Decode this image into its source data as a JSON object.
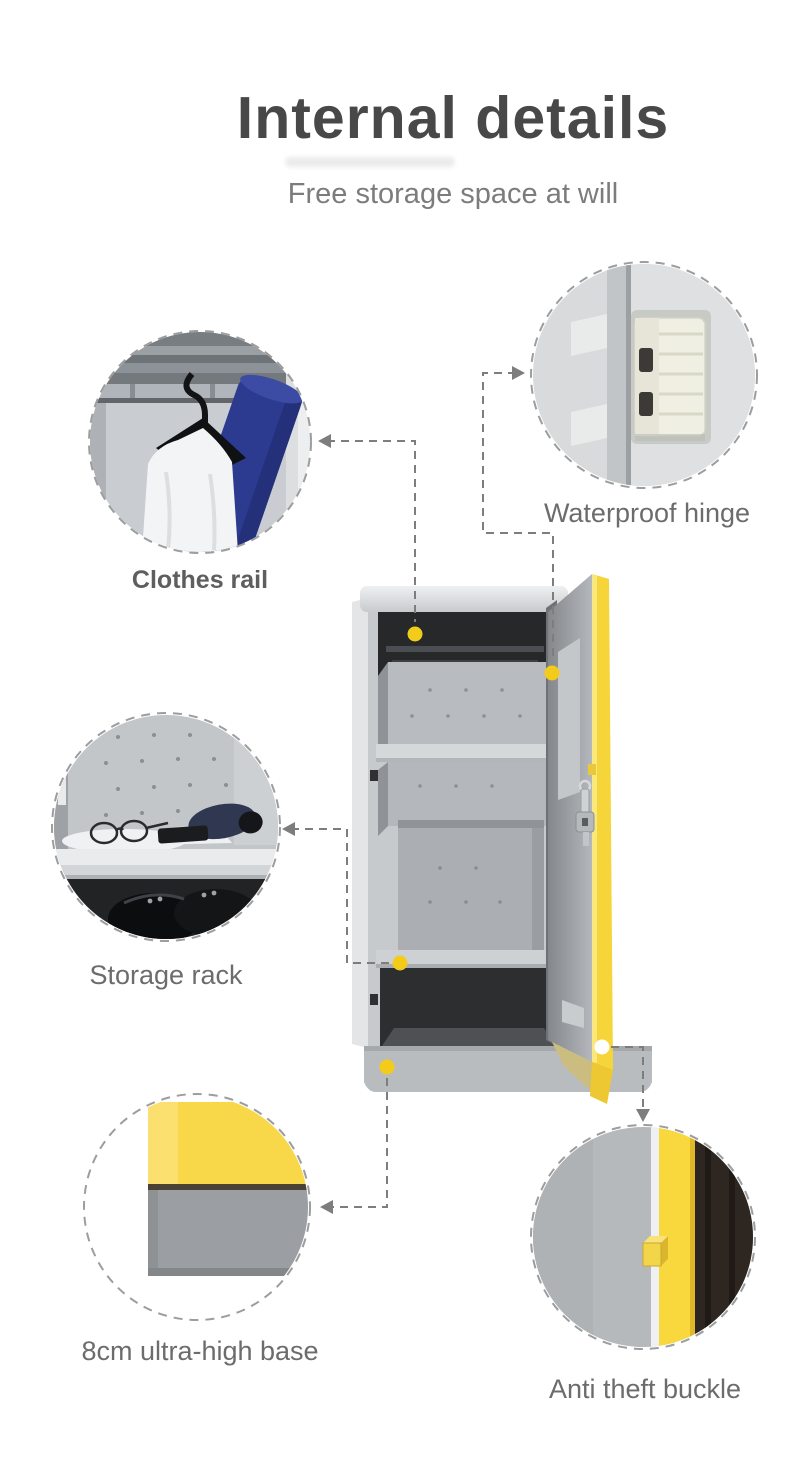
{
  "header": {
    "title": "Internal details",
    "subtitle": "Free storage space at will"
  },
  "callouts": [
    {
      "id": "clothes-rail",
      "label": "Clothes rail"
    },
    {
      "id": "waterproof-hinge",
      "label": "Waterproof hinge"
    },
    {
      "id": "storage-rack",
      "label": "Storage rack"
    },
    {
      "id": "ultra-high-base",
      "label": "8cm ultra-high base"
    },
    {
      "id": "anti-theft-buckle",
      "label": "Anti theft buckle"
    }
  ],
  "colors": {
    "door_yellow": "#f6d53b",
    "dot_yellow": "#f2cb1b",
    "connector_gray": "#7d7d7d",
    "ring_gray": "#9d9d9d",
    "title_gray": "#484848",
    "subtitle_gray": "#7c7c7c",
    "label_gray": "#6c6c6c"
  }
}
